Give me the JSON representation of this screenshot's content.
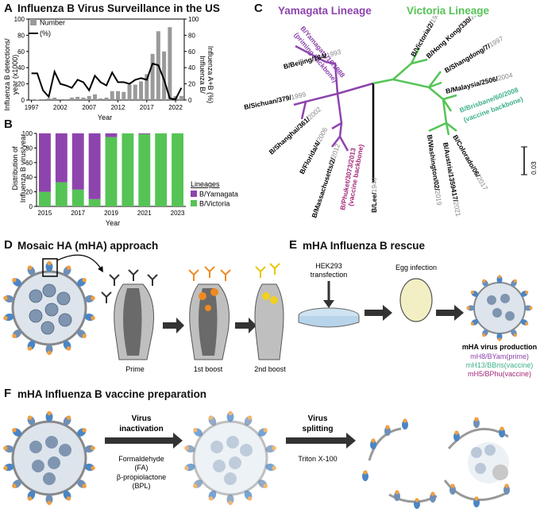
{
  "panelA": {
    "letter": "A",
    "title": "Influenza B Virus Surveillance in the US",
    "legend": [
      "Number",
      "(%)"
    ],
    "y_left_label": [
      "Influenza B detections/",
      "year (x1000)"
    ],
    "y_right_label": [
      "Influenza B/",
      "Influenza A+B (%)"
    ],
    "xlabel": "Year"
  },
  "panelB": {
    "letter": "B",
    "y_label": [
      "Distribution of",
      "Influenza B virus/year"
    ],
    "xlabel": "Year",
    "legend_title": "Lineages",
    "legend": [
      "B/Yamagata",
      "B/Victoria"
    ]
  },
  "panelC": {
    "letter": "C",
    "yamagata_title": "Yamagata Lineage",
    "victoria_title": "Victoria Lineage",
    "scale": "0.03",
    "strains": [
      {
        "name": "B/Yamagata/16/1988",
        "year": "",
        "note": "(priming backbone)",
        "color": "#8e44ad"
      },
      {
        "name": "B/Beijing/184/",
        "year": "1993"
      },
      {
        "name": "B/Sichuan/379/",
        "year": "1999"
      },
      {
        "name": "B/Shanghai/361/",
        "year": "2002"
      },
      {
        "name": "B/Florida/4/",
        "year": "2006"
      },
      {
        "name": "B/Massachusetts/2/",
        "year": "2012"
      },
      {
        "name": "B/Phuket/3073/2013",
        "year": "",
        "note": "(vaccine backbone)",
        "color": "#a3287a"
      },
      {
        "name": "B/Lee/",
        "year": "1940"
      },
      {
        "name": "B/Victoria/2/",
        "year": "1987"
      },
      {
        "name": "B/Hong Kong/330/",
        "year": "2001"
      },
      {
        "name": "B/Shangdong/7/",
        "year": "1997"
      },
      {
        "name": "B/Malaysia/2506/",
        "year": "2004"
      },
      {
        "name": "B/Brisbane/60/2008",
        "year": "",
        "note": "(vaccine backbone)",
        "color": "#3cb08a"
      },
      {
        "name": "B/Colorado/06/",
        "year": "2017"
      },
      {
        "name": "B/Washington/02/",
        "year": "2019"
      },
      {
        "name": "B/Austria/1359417/",
        "year": "2021"
      }
    ]
  },
  "panelD": {
    "letter": "D",
    "title": "Mosaic HA (mHA) approach",
    "steps": [
      "Prime",
      "1st boost",
      "2nd boost"
    ]
  },
  "panelE": {
    "letter": "E",
    "title": "mHA Influenza B rescue",
    "transfection": [
      "HEK293",
      "transfection"
    ],
    "egg": "Egg infection",
    "production_title": "mHA virus production",
    "viruses": [
      {
        "label": "mH8/BYam(prime)",
        "color": "#8e44ad"
      },
      {
        "label": "mH13/BBris(vaccine)",
        "color": "#3cb08a"
      },
      {
        "label": "mH5/BPhu(vaccine)",
        "color": "#a3287a"
      }
    ]
  },
  "panelF": {
    "letter": "F",
    "title": "mHA Influenza B vaccine preparation",
    "inactivation_title": [
      "Virus",
      "inactivation"
    ],
    "inactivation_agents": [
      "Formaldehyde",
      "(FA)",
      "β-propiolactone",
      "(BPL)"
    ],
    "splitting_title": [
      "Virus",
      "splitting"
    ],
    "splitting_agent": "Triton X-100"
  },
  "colors": {
    "yamagata": "#8e44ad",
    "victoria": "#55c455",
    "bar_gray": "#9a9a9a",
    "ha_blue": "#4a86c5",
    "ha_orange": "#f0a040"
  },
  "chart_data": [
    {
      "type": "bar",
      "panel": "A",
      "title": "Influenza B Virus Surveillance in the US",
      "xlabel": "Year",
      "ylabel": "Influenza B detections/ year (x1000)",
      "y2label": "Influenza B/ Influenza A+B (%)",
      "x": [
        1997,
        1998,
        1999,
        2000,
        2001,
        2002,
        2003,
        2004,
        2005,
        2006,
        2007,
        2008,
        2009,
        2010,
        2011,
        2012,
        2013,
        2014,
        2015,
        2016,
        2017,
        2018,
        2019,
        2020,
        2021,
        2022,
        2023
      ],
      "x_ticks": [
        1997,
        2002,
        2007,
        2012,
        2017,
        2022
      ],
      "ylim": [
        0,
        100
      ],
      "y_ticks": [
        0,
        20,
        40,
        60,
        80,
        100
      ],
      "series": [
        {
          "name": "Number",
          "kind": "bar",
          "values": [
            0.3,
            0.5,
            1,
            2,
            3,
            1,
            1,
            3,
            4,
            3,
            5,
            7,
            2,
            3,
            11,
            11,
            10,
            19,
            19,
            23,
            32,
            57,
            85,
            60,
            90,
            5,
            5
          ]
        },
        {
          "name": "(%)",
          "kind": "line",
          "values": [
            33,
            33,
            12,
            4,
            35,
            20,
            18,
            15,
            25,
            22,
            12,
            30,
            22,
            18,
            34,
            22,
            22,
            20,
            25,
            27,
            25,
            45,
            43,
            25,
            2,
            1,
            15
          ]
        }
      ]
    },
    {
      "type": "bar",
      "panel": "B",
      "stacked": true,
      "xlabel": "Year",
      "ylabel": "Distribution of Influenza B virus/year",
      "categories": [
        2015,
        2016,
        2017,
        2018,
        2019,
        2020,
        2021,
        2022,
        2023
      ],
      "x_ticks": [
        2015,
        2017,
        2019,
        2021,
        2023
      ],
      "ylim": [
        0,
        100
      ],
      "y_ticks": [
        0,
        20,
        40,
        60,
        80,
        100
      ],
      "series": [
        {
          "name": "B/Victoria",
          "values": [
            20,
            33,
            23,
            10,
            95,
            100,
            99,
            100,
            100
          ]
        },
        {
          "name": "B/Yamagata",
          "values": [
            80,
            67,
            77,
            90,
            5,
            0,
            1,
            0,
            0
          ]
        }
      ]
    }
  ]
}
